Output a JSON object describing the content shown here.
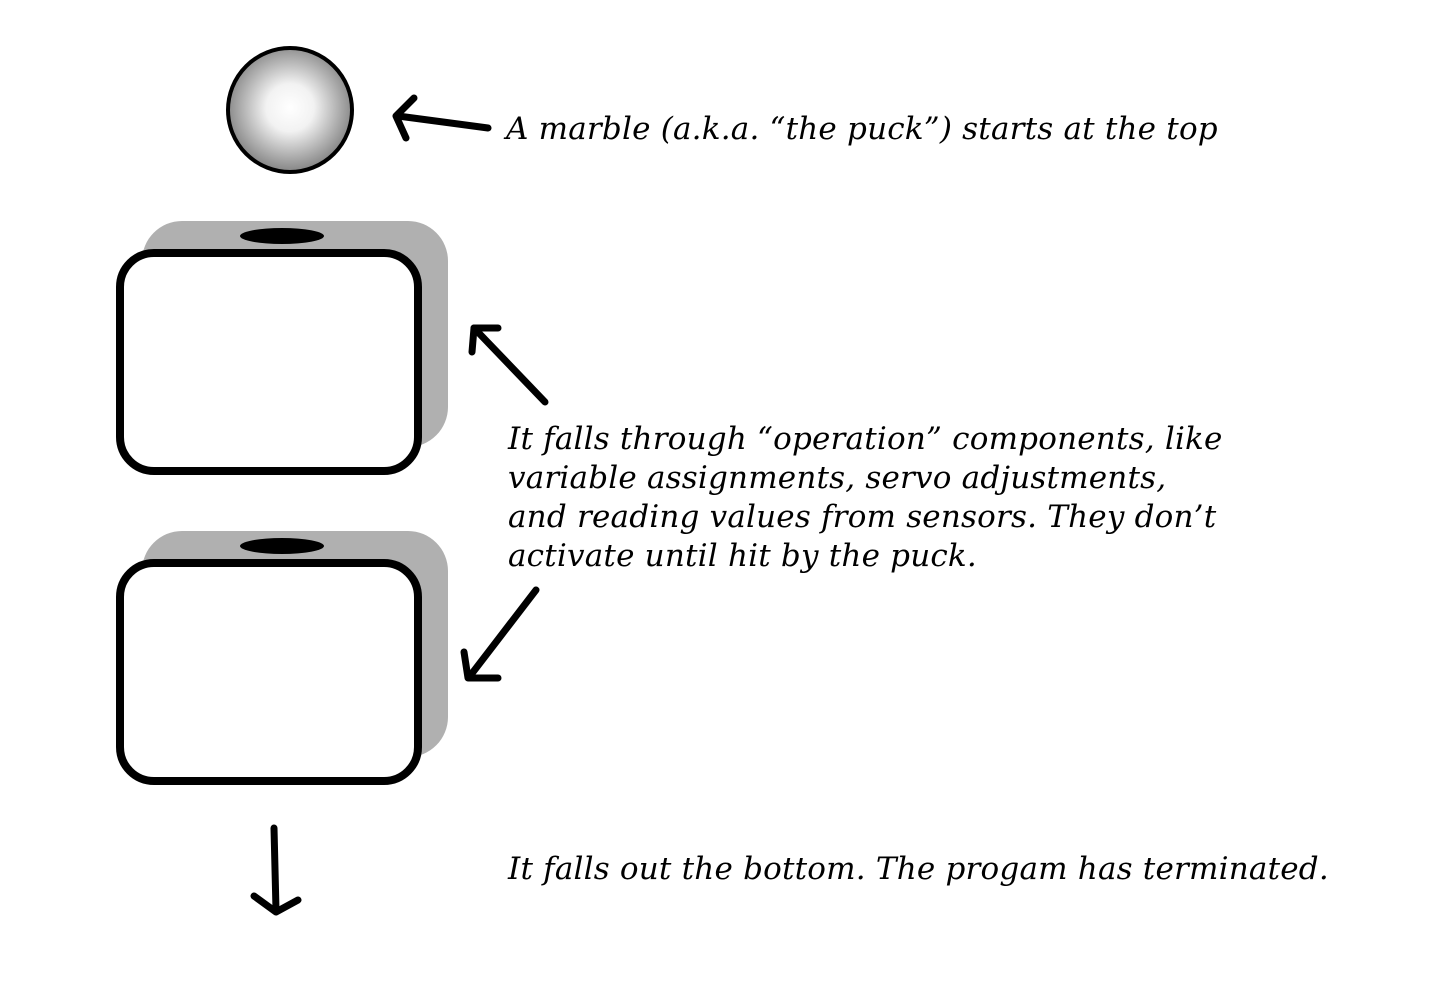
{
  "captions": {
    "start": "A marble (a.k.a. “the puck”) starts at the top",
    "operation_lines": [
      "It falls through “operation” components, like",
      "variable assignments, servo adjustments,",
      "and reading values from sensors. They don’t",
      "activate until hit by the puck."
    ],
    "end": "It falls out the bottom.  The progam has terminated."
  },
  "colors": {
    "ink": "#000000",
    "shadow": "#b0b0b0",
    "marble_highlight": "#ffffff",
    "marble_edge": "#7a7a7a",
    "background": "#ffffff"
  },
  "icons": {
    "marble": "marble-puck-icon",
    "component": "operation-component-box-icon",
    "arrow": "arrow-icon"
  }
}
